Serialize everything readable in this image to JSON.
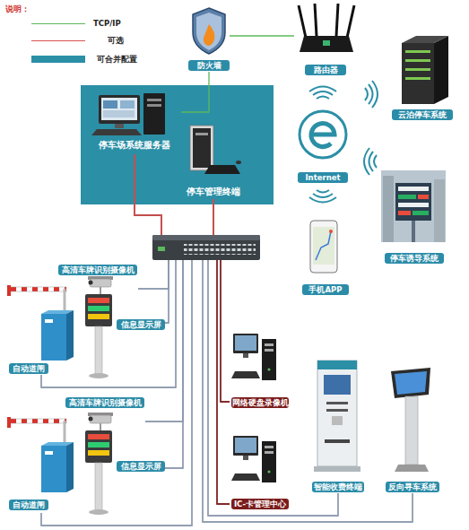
{
  "diagram": {
    "nodes": [
      {
        "text": [
          "防火墙"
        ]
      },
      {
        "text": [
          "路由器"
        ]
      },
      {
        "text": [
          "云泊停车系统"
        ]
      },
      {
        "text": [
          "停车场系统服务器"
        ]
      },
      {
        "text": [
          "停车管理终端"
        ]
      },
      {
        "text": [
          "Internet"
        ]
      },
      {
        "text": [
          "停车诱导系统"
        ]
      },
      {
        "text": [
          "手机APP"
        ]
      },
      {
        "text": [
          "高清车牌识别摄像机"
        ]
      },
      {
        "text": [
          "信息显示屏"
        ]
      },
      {
        "text": [
          "自动道闸"
        ]
      },
      {
        "text": [
          "网络硬盘录像机"
        ]
      },
      {
        "text": [
          "高清车牌识别摄像机"
        ]
      },
      {
        "text": [
          "信息显示屏"
        ]
      },
      {
        "text": [
          "智能收费终端"
        ]
      },
      {
        "text": [
          "反向寻车系统"
        ]
      },
      {
        "text": [
          "自动道闸"
        ]
      },
      {
        "text": [
          "IC-卡管理中心"
        ]
      }
    ],
    "edges": [
      {
        "from": 0,
        "to": 1,
        "arrow": "none"
      },
      {
        "from": 0,
        "to": 3,
        "arrow": "none"
      },
      {
        "from": 3,
        "to": 8,
        "arrow": "none"
      },
      {
        "from": 3,
        "to": 9,
        "arrow": "none"
      },
      {
        "from": 3,
        "to": 10,
        "arrow": "none"
      },
      {
        "from": 3,
        "to": 11,
        "arrow": "none"
      },
      {
        "from": 3,
        "to": 12,
        "arrow": "none"
      },
      {
        "from": 3,
        "to": 13,
        "arrow": "none"
      },
      {
        "from": 3,
        "to": 14,
        "arrow": "none"
      },
      {
        "from": 3,
        "to": 15,
        "arrow": "none"
      },
      {
        "from": 3,
        "to": 16,
        "arrow": "none"
      },
      {
        "from": 3,
        "to": 17,
        "arrow": "none"
      },
      {
        "from": 4,
        "to": 8,
        "arrow": "none"
      },
      {
        "from": 4,
        "to": 9,
        "arrow": "none"
      },
      {
        "from": 4,
        "to": 10,
        "arrow": "none"
      },
      {
        "from": 4,
        "to": 11,
        "arrow": "none"
      },
      {
        "from": 4,
        "to": 12,
        "arrow": "none"
      },
      {
        "from": 4,
        "to": 13,
        "arrow": "none"
      },
      {
        "from": 4,
        "to": 14,
        "arrow": "none"
      },
      {
        "from": 4,
        "to": 15,
        "arrow": "none"
      },
      {
        "from": 4,
        "to": 16,
        "arrow": "none"
      },
      {
        "from": 4,
        "to": 17,
        "arrow": "none"
      }
    ],
    "labels": [
      "说明："
    ],
    "legend": [
      {
        "text": "TCP/IP"
      },
      {
        "text": "可选"
      },
      {
        "text": "可合并配置",
        "color": "#2b8fa6"
      }
    ]
  }
}
